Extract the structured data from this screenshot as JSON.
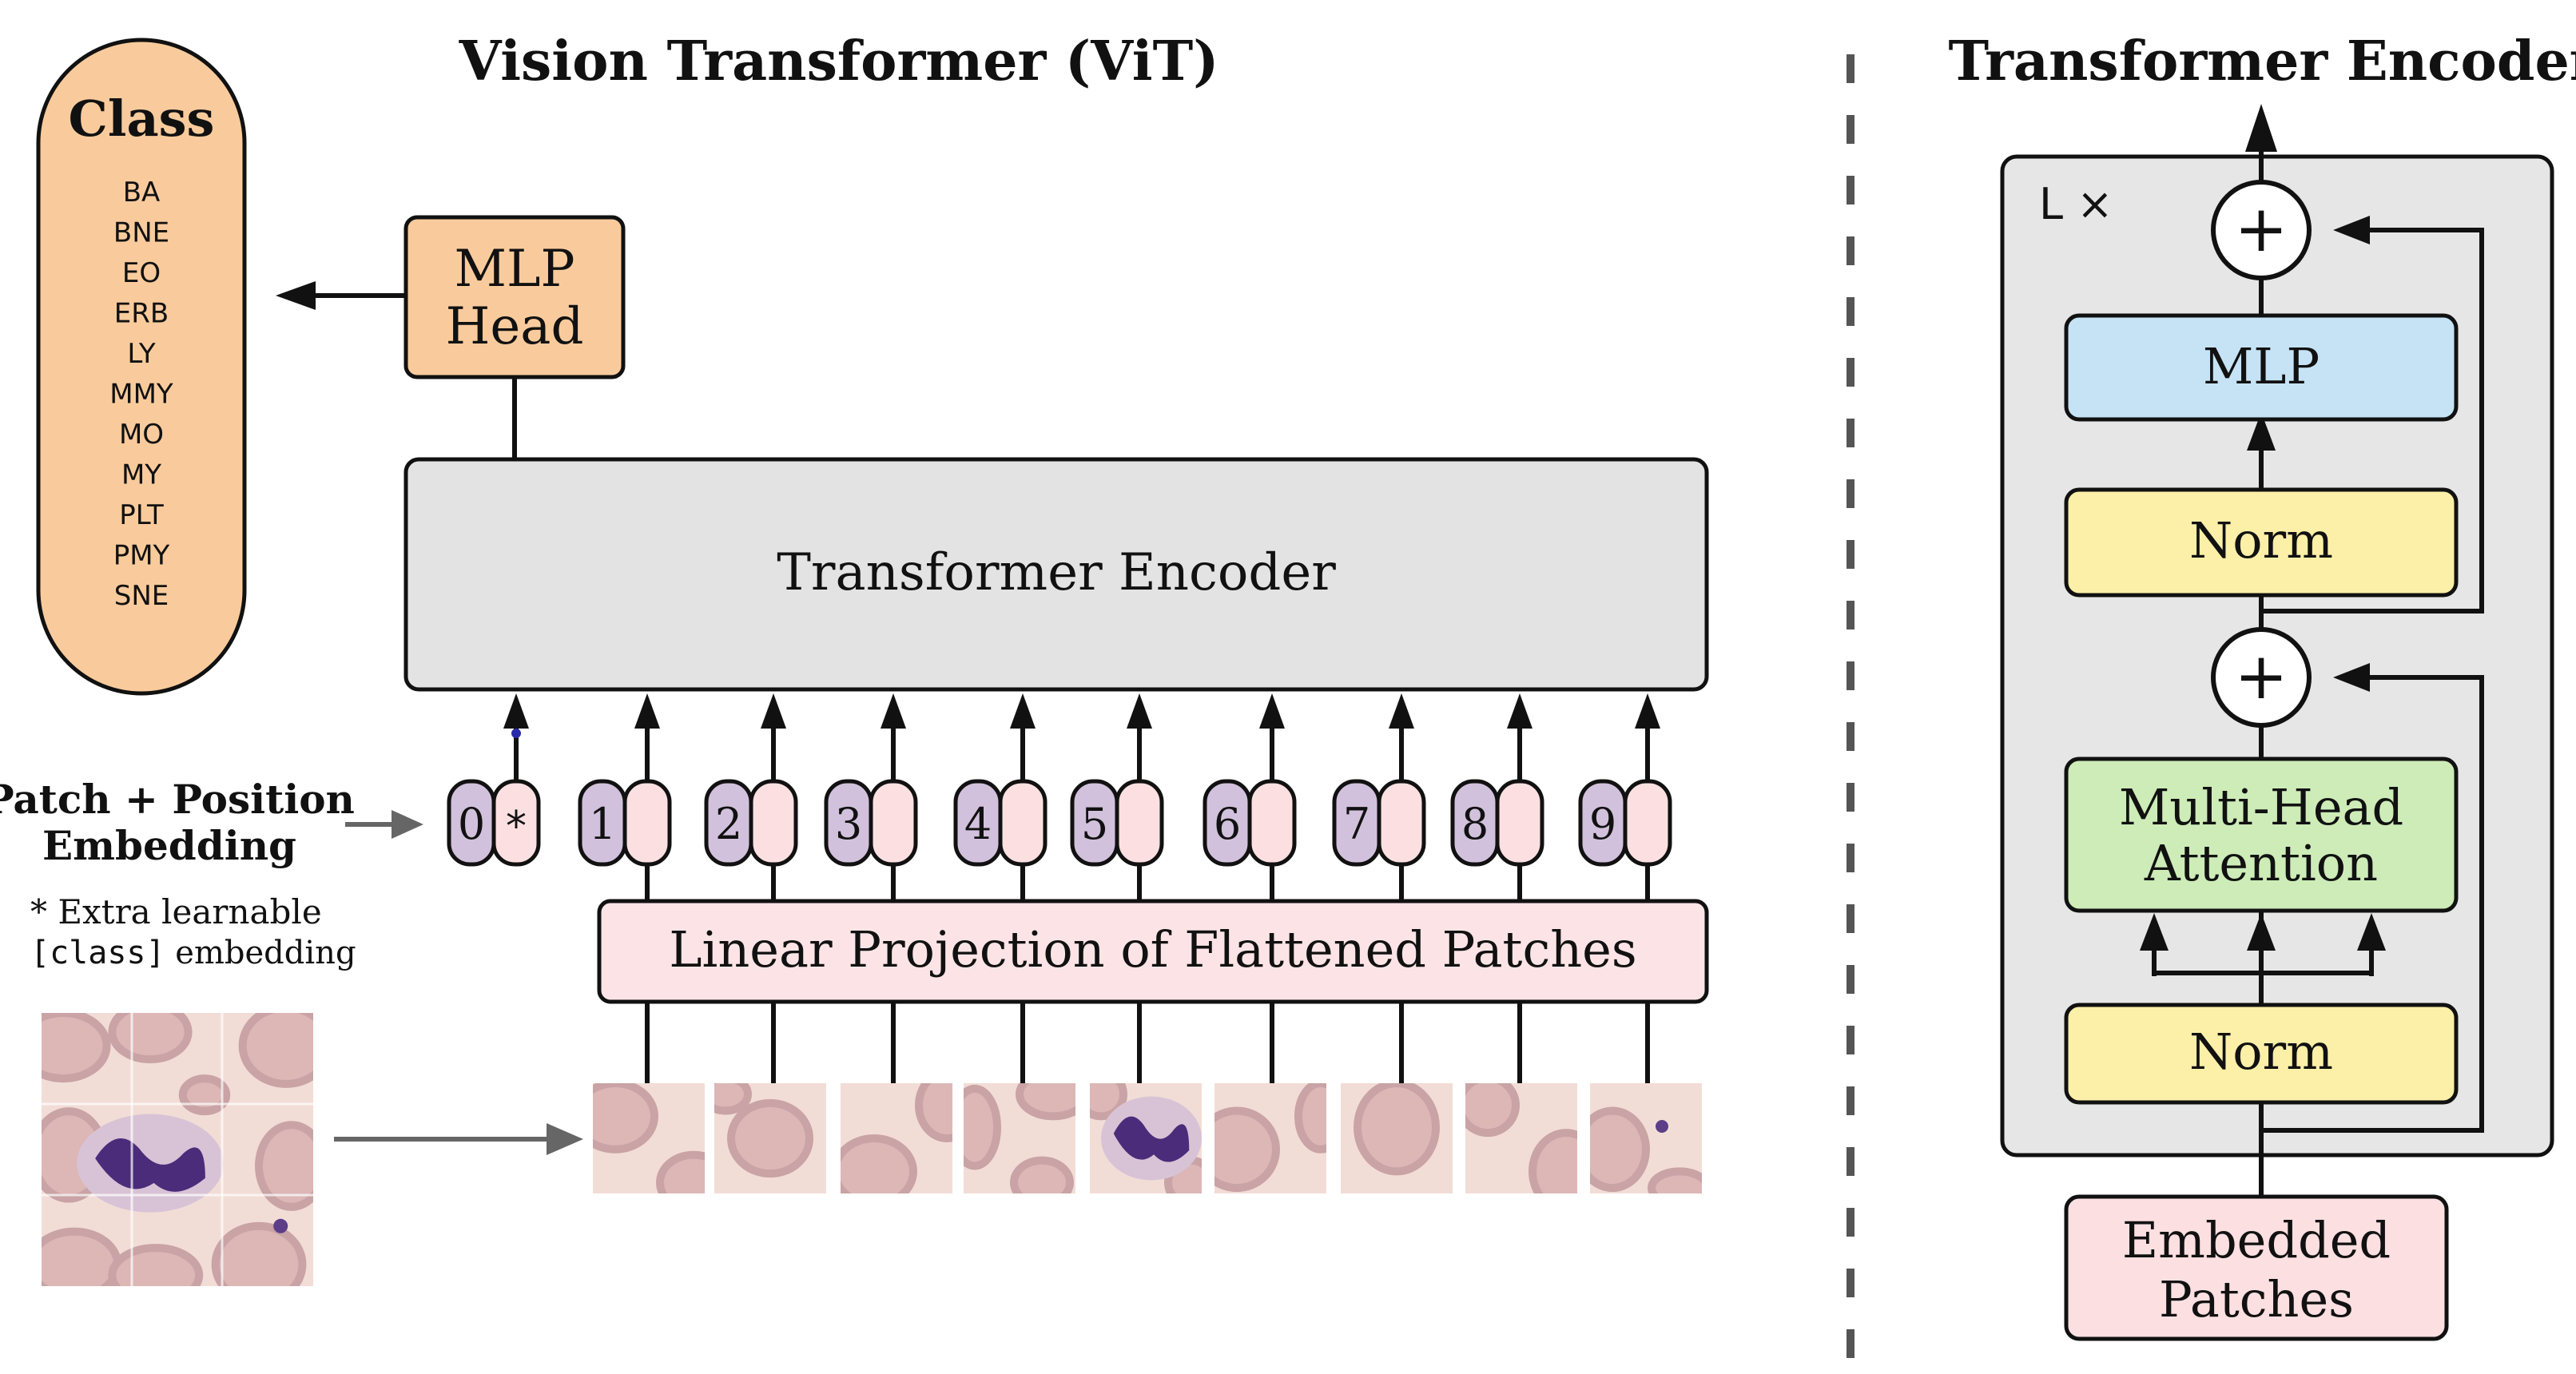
{
  "title_vit": "Vision Transformer (ViT)",
  "title_encoder": "Transformer Encoder",
  "class_box": {
    "heading": "Class",
    "labels": [
      "BA",
      "BNE",
      "EO",
      "ERB",
      "LY",
      "MMY",
      "MO",
      "MY",
      "PLT",
      "PMY",
      "SNE"
    ]
  },
  "mlp_head": {
    "line1": "MLP",
    "line2": "Head"
  },
  "vit_encoder_label": "Transformer Encoder",
  "patch_embedding": {
    "line1": "Patch + Position",
    "line2": "Embedding"
  },
  "extra_note": {
    "line1": "* Extra learnable",
    "code": "[class]",
    "rest": " embedding"
  },
  "tokens": {
    "cls_position": "0",
    "cls_symbol": "*",
    "positions": [
      "1",
      "2",
      "3",
      "4",
      "5",
      "6",
      "7",
      "8",
      "9"
    ]
  },
  "linear_projection": "Linear Projection of Flattened Patches",
  "encoder_block": {
    "repeat": "L ×",
    "plus": "+",
    "mlp": "MLP",
    "norm_top": "Norm",
    "mha_line1": "Multi-Head",
    "mha_line2": "Attention",
    "norm_bottom": "Norm",
    "embedded_line1": "Embedded",
    "embedded_line2": "Patches"
  },
  "colors": {
    "class_fill": "#f9cb9c",
    "mlp_head_fill": "#f9cb9c",
    "encoder_fill": "#e3e3e3",
    "position_fill": "#d2c1dc",
    "token_fill": "#fce0e1",
    "projection_fill": "#fce4e6",
    "mlp_block_fill": "#c6e3f6",
    "norm_fill": "#fcefa8",
    "mha_fill": "#cdecb8",
    "embedded_fill": "#fcdfe1",
    "block_bg": "#e6e6e6",
    "blood_bg": "#f2ddd6",
    "rbc": "#c9a3a5",
    "nucleus": "#4a2c7a"
  }
}
